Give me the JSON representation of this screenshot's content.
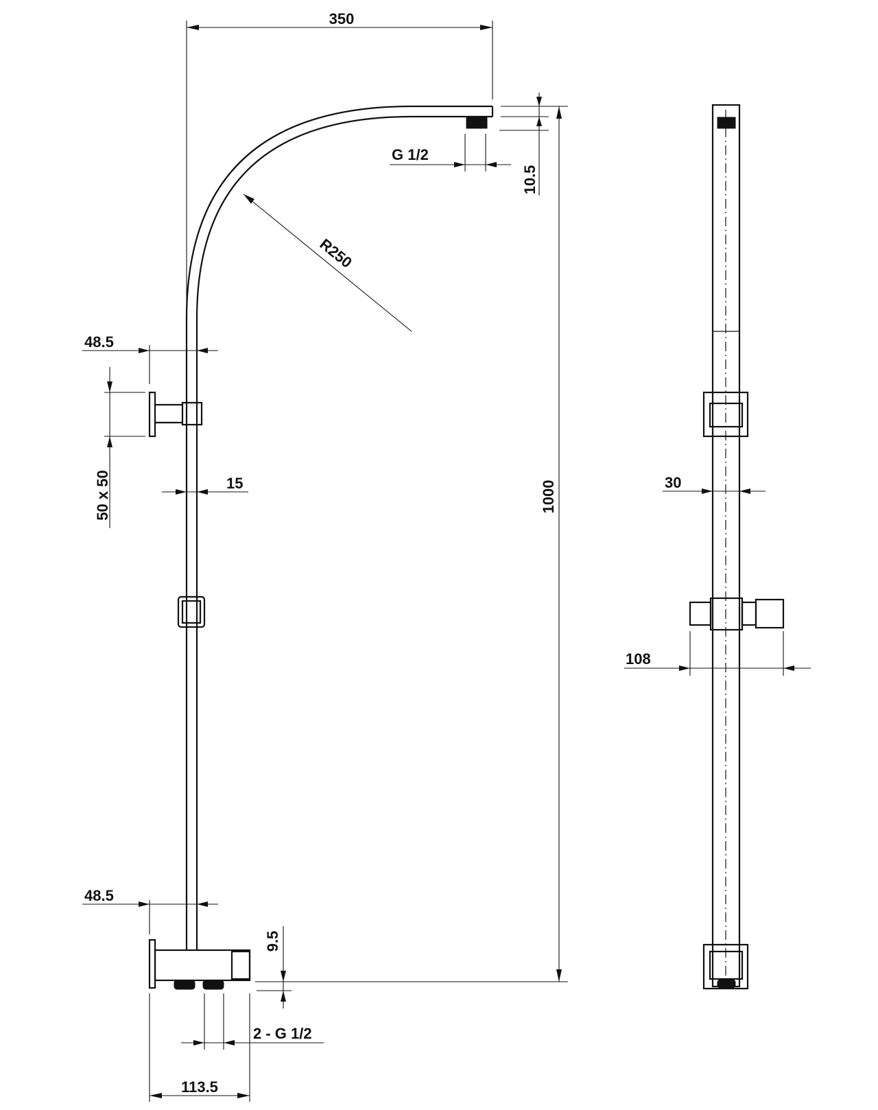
{
  "dimensions": {
    "arm_reach": "350",
    "outlet_offset": "10.5",
    "head_thread": "G 1/2",
    "arc_radius": "R250",
    "bracket_offset_top": "48.5",
    "bracket_plate": "50 x 50",
    "tube_width": "15",
    "total_height": "1000",
    "bracket_offset_bottom": "48.5",
    "mixer_offset": "9.5",
    "inlet_thread": "2 - G 1/2",
    "mixer_width": "113.5",
    "side_tube_width": "30",
    "side_slider_width": "108"
  }
}
